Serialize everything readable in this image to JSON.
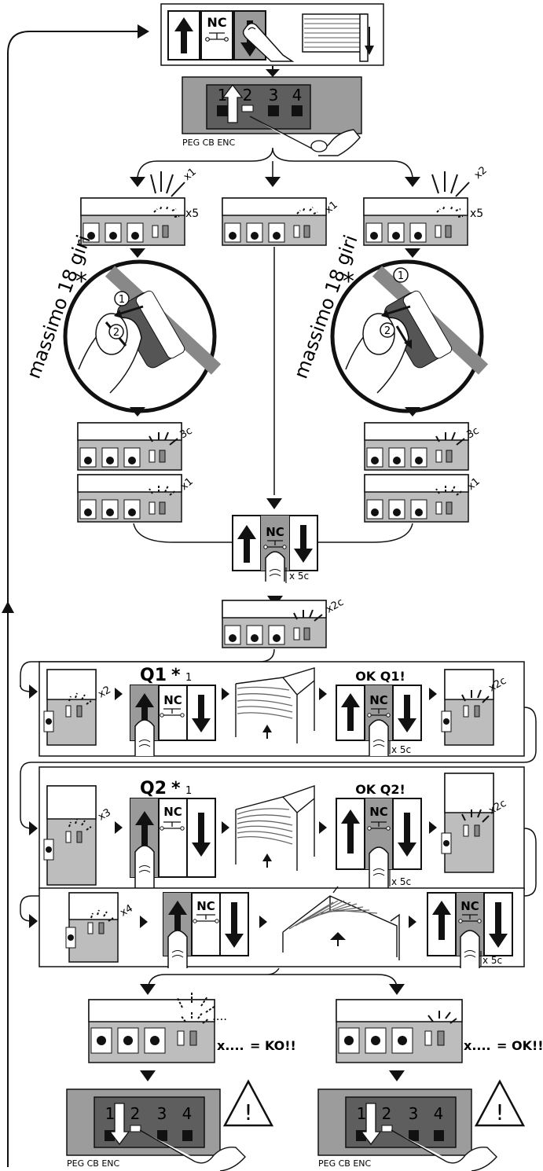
{
  "dip": {
    "label": "PEG CB ENC",
    "numbers": [
      "1",
      "2",
      "3",
      "4"
    ]
  },
  "keys": {
    "nc": "NC"
  },
  "blinks": {
    "x1": "x1",
    "x2": "x2",
    "x3": "x3",
    "x4": "x4",
    "x5": "x5",
    "three_c": "3c",
    "two_c": "x2c",
    "dots": "....",
    "x_dots": "x....",
    "eq_ko": "= KO!!",
    "eq_ok": "= OK!!"
  },
  "press": {
    "x5c": "x 5c"
  },
  "adjust": {
    "text": "massimo 18 giri",
    "star": "*",
    "step1": "1",
    "step2": "2"
  },
  "steps": {
    "q1": {
      "title": "Q1",
      "star": "*",
      "sup": "1",
      "ok": "OK Q1!"
    },
    "q2": {
      "title": "Q2",
      "star": "*",
      "sup": "1",
      "ok": "OK Q2!"
    }
  },
  "warning": "!"
}
